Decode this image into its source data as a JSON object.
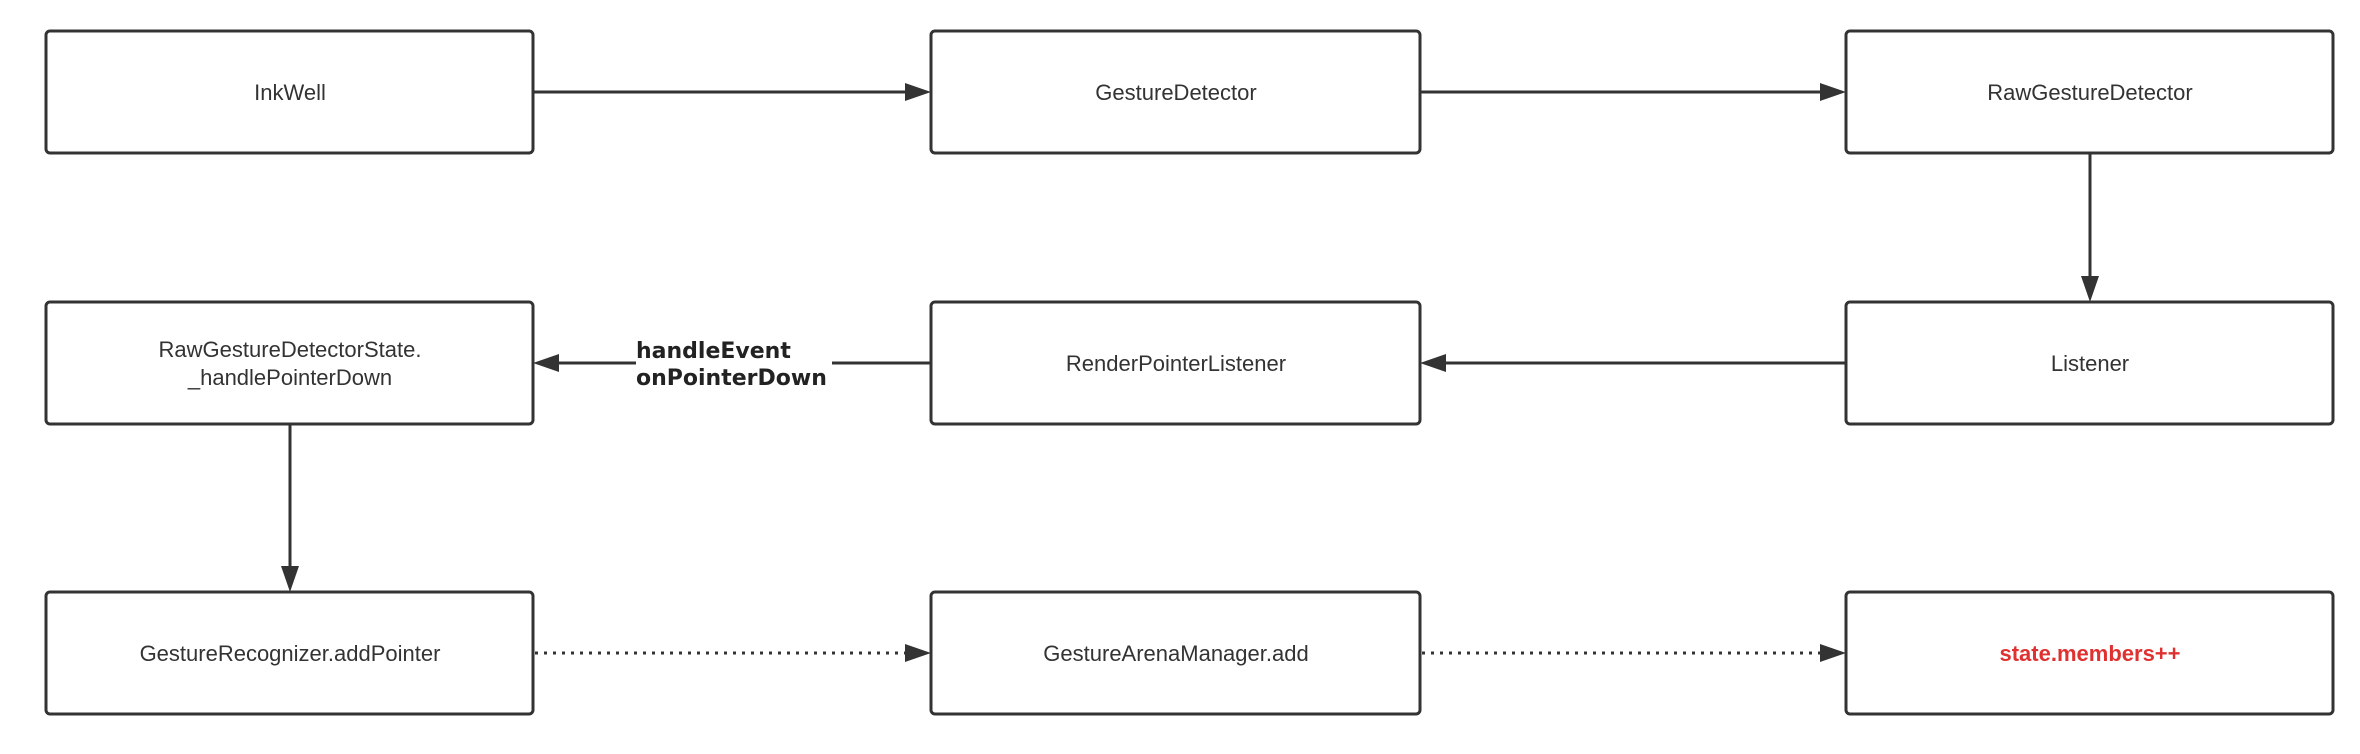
{
  "nodes": {
    "inkwell": {
      "lines": [
        "InkWell"
      ]
    },
    "gesture_detector": {
      "lines": [
        "GestureDetector"
      ]
    },
    "raw_gesture_detector": {
      "lines": [
        "RawGestureDetector"
      ]
    },
    "raw_gesture_detector_state": {
      "lines": [
        "RawGestureDetectorState.",
        "_handlePointerDown"
      ]
    },
    "render_pointer_listener": {
      "lines": [
        "RenderPointerListener"
      ]
    },
    "listener": {
      "lines": [
        "Listener"
      ]
    },
    "gesture_recognizer": {
      "lines": [
        "GestureRecognizer.addPointer"
      ]
    },
    "gesture_arena_manager": {
      "lines": [
        "GestureArenaManager.add"
      ]
    },
    "state_members": {
      "lines": [
        "state.members++"
      ],
      "color": "#e03131"
    }
  },
  "edges": {
    "render_to_state": {
      "label_lines": [
        "handleEvent",
        "onPointerDown"
      ]
    }
  },
  "colors": {
    "stroke": "#333333",
    "highlight": "#e03131"
  }
}
